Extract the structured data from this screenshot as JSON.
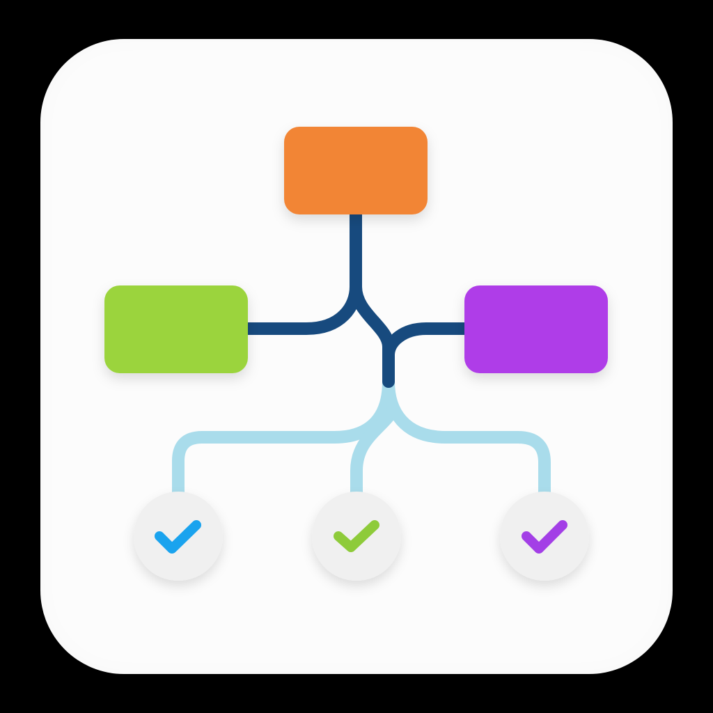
{
  "icon": {
    "tile_color": "#fcfcfc",
    "background_color": "#000000"
  },
  "nodes": {
    "top": {
      "color": "#f28534",
      "shape": "rounded-rectangle"
    },
    "left": {
      "color": "#9bd43c",
      "shape": "rounded-rectangle"
    },
    "right": {
      "color": "#af3ee8",
      "shape": "rounded-rectangle"
    }
  },
  "connectors": {
    "upper_color": "#174a7e",
    "lower_color": "#a9dceb"
  },
  "outcomes": [
    {
      "icon": "checkmark-icon",
      "check_color": "#1aa3ee",
      "circle_color": "#f0f0f0"
    },
    {
      "icon": "checkmark-icon",
      "check_color": "#8ecb3a",
      "circle_color": "#f0f0f0"
    },
    {
      "icon": "checkmark-icon",
      "check_color": "#a33fe6",
      "circle_color": "#f0f0f0"
    }
  ]
}
